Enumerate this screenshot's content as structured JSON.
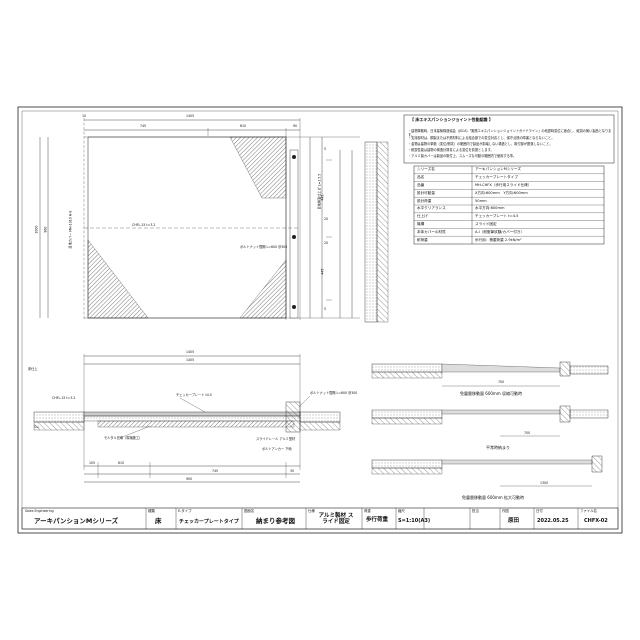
{
  "notes": {
    "title": "【 床エキスパンションジョイント性能認識 】",
    "lines": [
      "・建物挙動時、日本建築構造協会（JSCA）「実践エキスパンションジョイントガイドライン」の地震時変位に適合し、破損の無い製品となります。",
      "・支持部材は、鋼製または不燃材料による結合部での変位対応とし、保守点検の障害とならないこと。",
      "・金物は建物の挙動（変位/衝突）の範囲内で製品が損壊しない構造とし、取付部が脱落しないこと。",
      "・耐震性能は建物の構造計算書による変位を前提とします。",
      "・アルミ製カバーは製品の取付上、スムーズな可動の範囲内で使用する事。"
    ]
  },
  "spec": {
    "rows": [
      {
        "label": "シリーズ名",
        "value": "アーキパンションMシリーズ"
      },
      {
        "label": "品名",
        "value": "チェッカープレートタイプ"
      },
      {
        "label": "品番",
        "value": "MH-CHFX（歩行用スライド仕様）"
      },
      {
        "label": "設計可動量",
        "value": "X方向:600mm　Y方向:600mm"
      },
      {
        "label": "設計荷重",
        "value": "50mm"
      },
      {
        "label": "水平クリアランス",
        "value": "水平方向:600mm"
      },
      {
        "label": "仕上げ",
        "value": "チェッカープレート t=4.5"
      },
      {
        "label": "機構",
        "value": "スライド固定"
      },
      {
        "label": "本体カバーの材質",
        "value": "A-I（耐衝撃試験/カバー付き）"
      },
      {
        "label": "耐荷重",
        "value": "歩行用：積載荷重 2.9kN/m²"
      }
    ]
  },
  "plan": {
    "dims_top": [
      "10",
      "1405",
      "745",
      "610",
      "90"
    ],
    "dims_left": [
      "1000",
      "960"
    ],
    "dims_right": [
      "5",
      "20",
      "445",
      "445",
      "20",
      "5"
    ],
    "callouts": [
      "目地カバー MH-1010 H-8",
      "CHFL-15 t=3.2",
      "ボルトナット間隔 L=600 @300",
      "目地側面仕上げ L=1.5.5"
    ]
  },
  "section": {
    "dims_top": [
      "1405",
      "1405"
    ],
    "dims_bottom": [
      "105",
      "610",
      "745",
      "30",
      "900"
    ],
    "callouts": [
      "CHFL-15 t=3.2",
      "ボルトナット間隔 L=600 @300",
      "モルタル充填（現場施工）",
      "チェッカープレート t4.5",
      "スライドレール アルミ型材",
      "ボルトアンカー 下地",
      "G.L",
      "床仕上"
    ]
  },
  "details": {
    "label_1": "免震層移動量 600mm 収縮可動時",
    "dim_1": "700",
    "label_2": "平常時納まり",
    "dim_2": "700",
    "label_3": "免震層移動量 600mm 拡大可動時",
    "dim_3": "1300"
  },
  "title_block": {
    "company": "Sales Engineering",
    "product_label": "アーキパンションMシリーズ",
    "cells": [
      {
        "label": "種類",
        "value": "床"
      },
      {
        "label": "E-タイプ",
        "value": "チェッカープレートタイプ"
      },
      {
        "label": "図面名",
        "value": "納まり参考図"
      },
      {
        "label": "仕様",
        "value": "アルミ製材 スライド固定"
      },
      {
        "label": "荷重",
        "value": "歩行荷重"
      },
      {
        "label": "縮尺",
        "value": "S=1:10(A3)"
      },
      {
        "label": "担当",
        "value": ""
      },
      {
        "label": "作図",
        "value": "原田"
      },
      {
        "label": "日付",
        "value": "2022.05.25"
      },
      {
        "label": "ファイル名",
        "value": "CHFX-02"
      }
    ]
  }
}
